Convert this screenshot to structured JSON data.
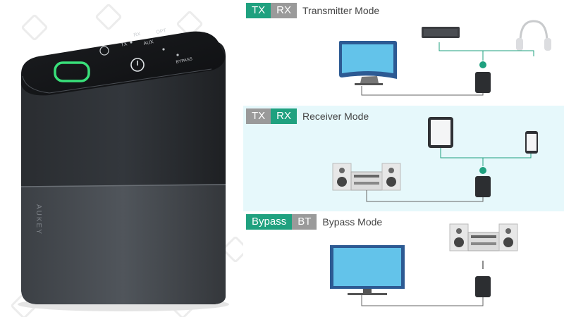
{
  "product": {
    "brand": "AUKEY",
    "panel_labels": [
      "RX",
      "OPT",
      "TX",
      "AUX",
      "BYPASS"
    ]
  },
  "modes": [
    {
      "tag_a": "TX",
      "tag_b": "RX",
      "active": "a",
      "label": "Transmitter Mode"
    },
    {
      "tag_a": "TX",
      "tag_b": "RX",
      "active": "b",
      "label": "Receiver Mode"
    },
    {
      "tag_a": "Bypass",
      "tag_b": "BT",
      "active": "a",
      "label": "Bypass Mode"
    }
  ],
  "colors": {
    "accent": "#1fa17f",
    "inactive": "#9a9a9a",
    "rx_bg": "#e6f8fb",
    "led": "#39e07a"
  },
  "icons": [
    "bluetooth-icon",
    "power-icon"
  ]
}
